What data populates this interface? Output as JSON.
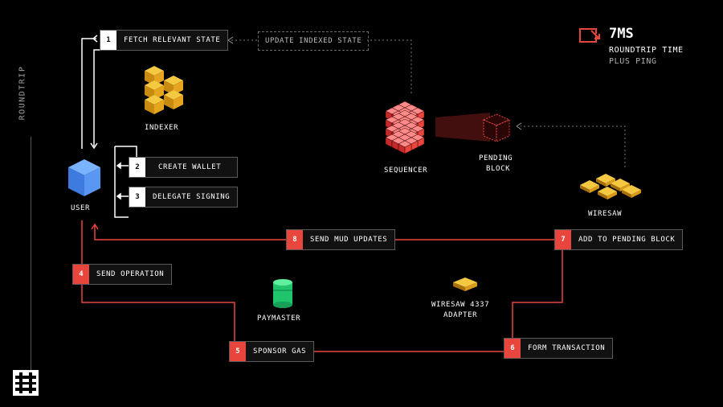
{
  "sidebar": {
    "label": "ROUNDTRIP"
  },
  "stat": {
    "value": "7MS",
    "line1": "ROUNDTRIP TIME",
    "line2": "PLUS PING"
  },
  "nodes": {
    "indexer": "INDEXER",
    "user": "USER",
    "sequencer": "SEQUENCER",
    "pending_block_line1": "PENDING",
    "pending_block_line2": "BLOCK",
    "wiresaw": "WIRESAW",
    "paymaster": "PAYMASTER",
    "adapter_line1": "WIRESAW 4337",
    "adapter_line2": "ADAPTER"
  },
  "steps": [
    {
      "num": "1",
      "label": "FETCH RELEVANT STATE"
    },
    {
      "num": "2",
      "label": "CREATE WALLET"
    },
    {
      "num": "3",
      "label": "DELEGATE SIGNING"
    },
    {
      "num": "4",
      "label": "SEND OPERATION"
    },
    {
      "num": "5",
      "label": "SPONSOR GAS"
    },
    {
      "num": "6",
      "label": "FORM TRANSACTION"
    },
    {
      "num": "7",
      "label": "ADD TO PENDING BLOCK"
    },
    {
      "num": "8",
      "label": "SEND MUD UPDATES"
    }
  ],
  "dashed_edge": {
    "label": "UPDATE INDEXED STATE"
  },
  "colors": {
    "accent_red": "#e8453c",
    "gold": "#e6b022",
    "blue": "#4a8ef0",
    "green": "#1fc46b"
  }
}
